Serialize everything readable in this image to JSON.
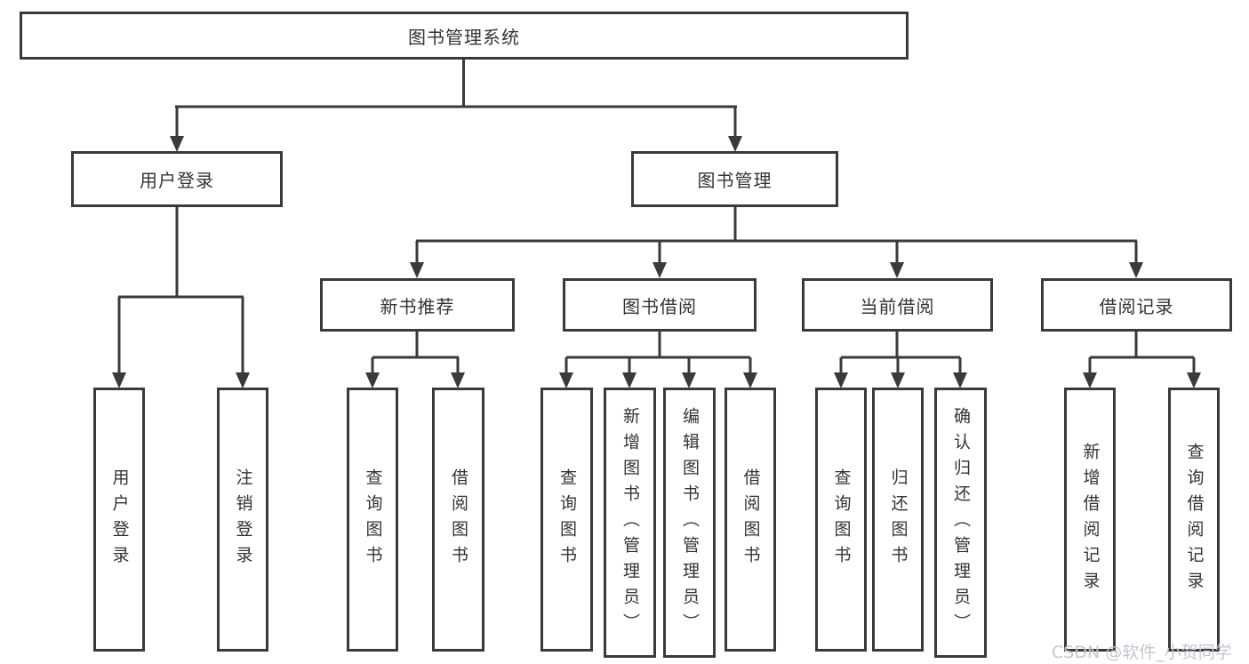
{
  "diagram": {
    "root": "图书管理系统",
    "level2": [
      "用户登录",
      "图书管理"
    ],
    "level3": [
      "新书推荐",
      "图书借阅",
      "当前借阅",
      "借阅记录"
    ],
    "leaves": [
      "用户登录",
      "注销登录",
      "查询图书",
      "借阅图书",
      "查询图书",
      "新增图书（管理员）",
      "编辑图书（管理员）",
      "借阅图书",
      "查询图书",
      "归还图书",
      "确认归还（管理员）",
      "新增借阅记录",
      "查询借阅记录"
    ]
  },
  "watermark": "CSDN @软件_小贺同学",
  "colors": {
    "line": "#3a3a3a",
    "text": "#333333",
    "background": "#ffffff",
    "watermark": "#c3c7cd"
  }
}
